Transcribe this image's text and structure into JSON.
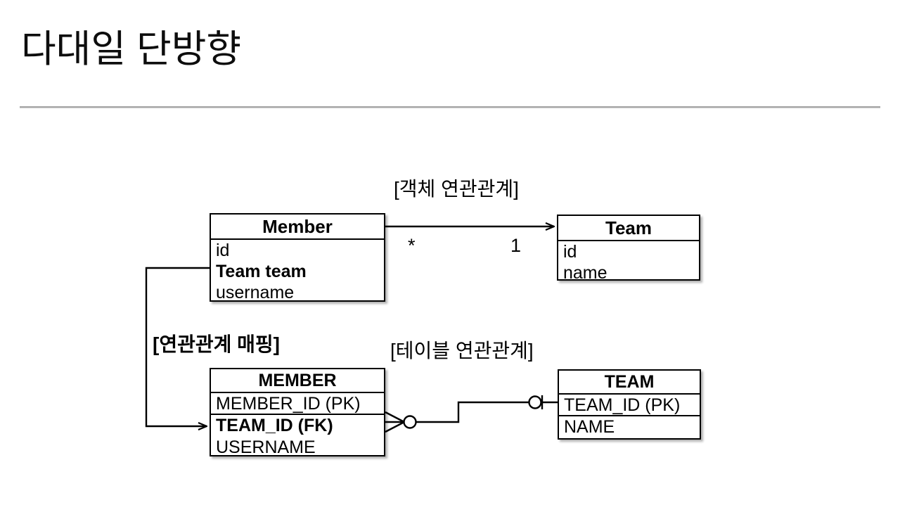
{
  "slide": {
    "title": "다대일 단방향"
  },
  "labels": {
    "object_relation": "[객체 연관관계]",
    "mapping": "[연관관계 매핑]",
    "table_relation": "[테이블 연관관계]"
  },
  "object_model": {
    "member": {
      "name": "Member",
      "fields": [
        {
          "text": "id",
          "bold": false
        },
        {
          "text": "Team team",
          "bold": true
        },
        {
          "text": "username",
          "bold": false
        }
      ]
    },
    "team": {
      "name": "Team",
      "fields": [
        {
          "text": "id",
          "bold": false
        },
        {
          "text": "name",
          "bold": false
        }
      ]
    },
    "multiplicity_source": "*",
    "multiplicity_target": "1"
  },
  "table_model": {
    "member": {
      "name": "MEMBER",
      "columns": [
        {
          "text": "MEMBER_ID (PK)",
          "bold": false
        },
        {
          "text": "TEAM_ID (FK)",
          "bold": true
        },
        {
          "text": "USERNAME",
          "bold": false
        }
      ]
    },
    "team": {
      "name": "TEAM",
      "columns": [
        {
          "text": "TEAM_ID (PK)",
          "bold": false
        },
        {
          "text": "NAME",
          "bold": false
        }
      ]
    }
  },
  "connectors": {
    "object_arrow": "member-to-team-arrow",
    "mapping_arrow": "team-field-to-fk-arrow",
    "fk_relation": "crowsfoot-many-to-one"
  },
  "colors": {
    "background": "#ffffff",
    "stroke": "#000000",
    "rule": "#a6a6a6",
    "text": "#000000"
  }
}
